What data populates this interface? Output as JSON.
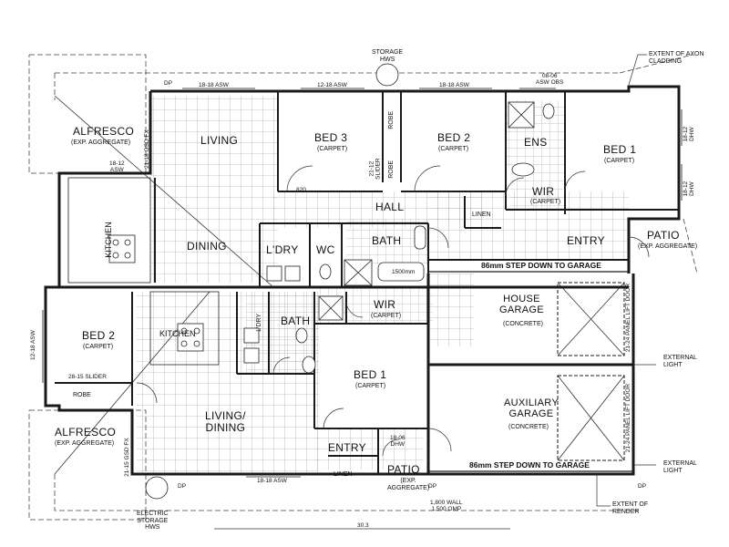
{
  "rooms": {
    "alfresco_top": "ALFRESCO",
    "alfresco_top_sub": "(EXP. AGGREGATE)",
    "living_top": "LIVING",
    "dining_top": "DINING",
    "kitchen_top": "KITCHEN",
    "bed3": "BED 3",
    "bed3_sub": "(CARPET)",
    "bed2_top": "BED 2",
    "bed2_top_sub": "(CARPET)",
    "ens": "ENS",
    "bed1_top": "BED 1",
    "bed1_top_sub": "(CARPET)",
    "wir_top": "WIR",
    "wir_top_sub": "(CARPET)",
    "hall": "HALL",
    "linen_top": "LINEN",
    "laundry": "L'DRY",
    "wc": "WC",
    "bath_top": "BATH",
    "entry_top": "ENTRY",
    "patio_top": "PATIO",
    "patio_top_sub": "(EXP. AGGREGATE)",
    "robe_a": "ROBE",
    "robe_b": "ROBE",
    "bed2_bottom": "BED 2",
    "bed2_bottom_sub": "(CARPET)",
    "robe_bottom": "ROBE",
    "kitchen_bottom": "KITCHEN",
    "living_dining": "LIVING/\nDINING",
    "alfresco_bottom": "ALFRESCO",
    "alfresco_bottom_sub": "(EXP. AGGREGATE)",
    "bath_bottom": "BATH",
    "ldry_bottom": "L'DRY",
    "wir_bottom": "WIR",
    "wir_bottom_sub": "(CARPET)",
    "bed1_bottom": "BED 1",
    "bed1_bottom_sub": "(CARPET)",
    "entry_bottom": "ENTRY",
    "linen_bottom": "LINEN",
    "patio_bottom": "PATIO",
    "patio_bottom_sub": "(EXP.\nAGGREGATE)",
    "house_garage": "HOUSE\nGARAGE",
    "house_garage_sub": "(CONCRETE)",
    "aux_garage": "AUXILIARY\nGARAGE",
    "aux_garage_sub": "(CONCRETE)"
  },
  "notes": {
    "step_top": "86mm STEP DOWN TO GARAGE",
    "step_bottom": "86mm STEP DOWN TO GARAGE",
    "storage": "STORAGE",
    "hws_top": "HWS",
    "extent_axon": "EXTENT OF AXON\nCLADDING",
    "external_light_1": "EXTERNAL\nLIGHT",
    "external_light_2": "EXTERNAL\nLIGHT",
    "extent_render": "EXTENT OF\nRENDER",
    "electric_hws": "ELECTRIC\nSTORAGE\nHWS",
    "wall_note": "1,800 WALL\n1,500 OMP",
    "overall_dim": "30.3"
  },
  "dims": {
    "asw_1": "18-18 ASW",
    "asw_2": "12-18 ASW",
    "asw_3": "18-18 ASW",
    "asw_obs": "08-06\nASW OBS",
    "asw_bottom": "18-18 ASW",
    "asw_left": "12-18 ASW",
    "asw_left_top": "18-12\nASW",
    "gsd_top": "21-18 GSD FX",
    "gsd_bottom": "21-15 GSD FX",
    "slider_top": "21-12\nSLIDER",
    "slider_bed2": "28-15 SLIDER",
    "dhw_1": "18-12\nDHW",
    "dhw_2": "18-12\nDHW",
    "dhw_bottom": "18-06\nDHW",
    "panel_door_1": "21-24 PANEL LIFT DOOR",
    "panel_door_2": "21-24 PANEL LIFT DOOR",
    "bath_dim": "1500mm",
    "door_820": "820",
    "dp": "DP"
  },
  "colors": {
    "wall": "#1a1a1a",
    "grid": "#9a9a9a",
    "bg": "#ffffff"
  }
}
